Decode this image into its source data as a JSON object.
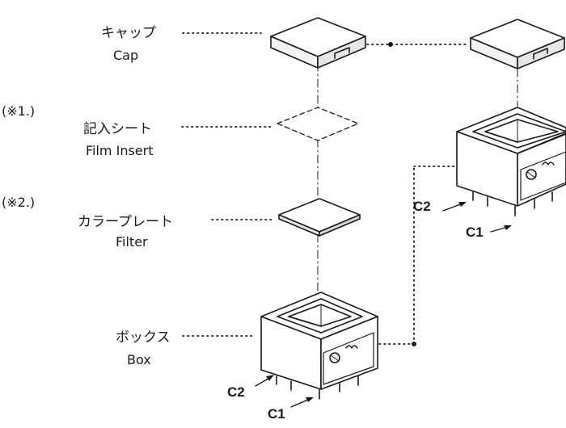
{
  "labels": {
    "cap_jp": "キャップ",
    "cap_en": "Cap",
    "film_jp": "記入シート",
    "film_en": "Film Insert",
    "filter_jp": "カラープレート",
    "filter_en": "Filter",
    "box_jp": "ボックス",
    "box_en": "Box"
  },
  "notes": {
    "note1": "(※1.)",
    "note2": "(※2.)"
  },
  "terminals": {
    "c1": "C1",
    "c2": "C2"
  },
  "colors": {
    "ink": "#1a1a1a"
  }
}
